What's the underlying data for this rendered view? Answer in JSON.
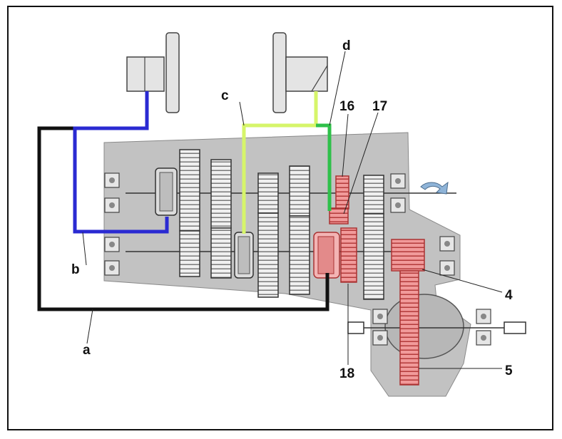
{
  "labels": {
    "a": "a",
    "b": "b",
    "c": "c",
    "d": "d",
    "n4": "4",
    "n5": "5",
    "n16": "16",
    "n17": "17",
    "n18": "18"
  },
  "colors": {
    "a": "#111111",
    "b": "#2a2ad2",
    "c": "#d6f56a",
    "d": "#2fc04a",
    "highlight": "#e36a6a",
    "housing": "#bdbdbd"
  }
}
